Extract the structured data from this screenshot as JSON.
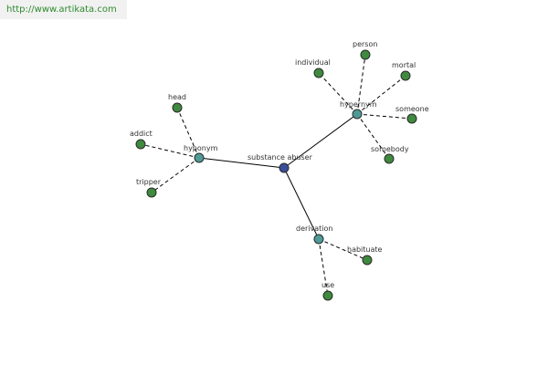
{
  "watermark": {
    "text": "http://www.artikata.com"
  },
  "colors": {
    "center_node": "#3a4f9a",
    "relation_node": "#4f9a96",
    "leaf_node": "#3f8a3f",
    "edge": "#000000",
    "label": "#333333"
  },
  "graph": {
    "center": {
      "id": "center",
      "label": "substance abuser"
    },
    "relations": [
      {
        "id": "hyponym",
        "label": "hyponym"
      },
      {
        "id": "hypernym",
        "label": "hypernym"
      },
      {
        "id": "derivation",
        "label": "derivation"
      }
    ],
    "leaves": [
      {
        "id": "head",
        "label": "head",
        "parent": "hyponym"
      },
      {
        "id": "addict",
        "label": "addict",
        "parent": "hyponym"
      },
      {
        "id": "tripper",
        "label": "tripper",
        "parent": "hyponym"
      },
      {
        "id": "individual",
        "label": "individual",
        "parent": "hypernym"
      },
      {
        "id": "person",
        "label": "person",
        "parent": "hypernym"
      },
      {
        "id": "mortal",
        "label": "mortal",
        "parent": "hypernym"
      },
      {
        "id": "someone",
        "label": "someone",
        "parent": "hypernym"
      },
      {
        "id": "somebody",
        "label": "somebody",
        "parent": "hypernym"
      },
      {
        "id": "habituate",
        "label": "habituate",
        "parent": "derivation"
      },
      {
        "id": "use",
        "label": "use",
        "parent": "derivation"
      }
    ]
  }
}
